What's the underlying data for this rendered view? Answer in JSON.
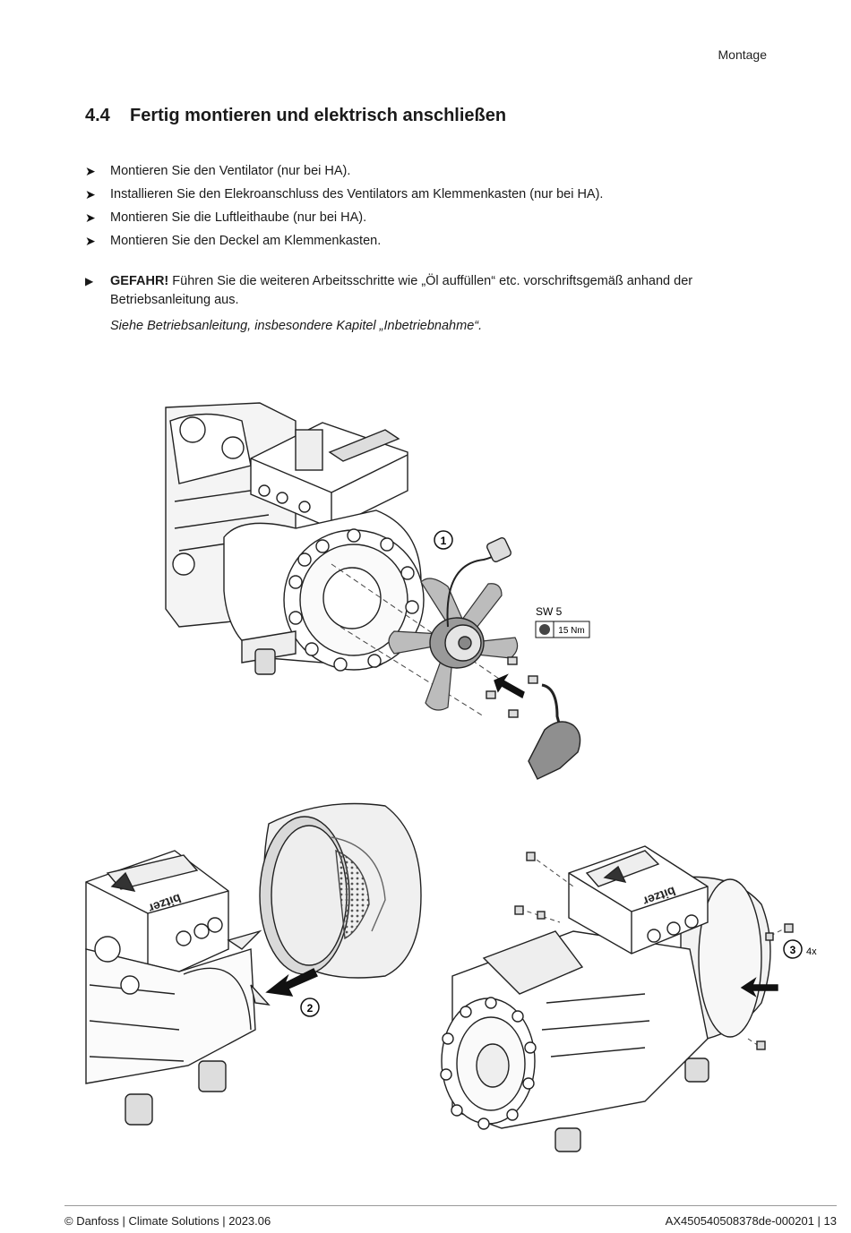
{
  "header": {
    "section": "Montage"
  },
  "heading": {
    "number": "4.4",
    "title": "Fertig montieren und elektrisch anschließen"
  },
  "steps": [
    "Montieren Sie den Ventilator (nur bei HA).",
    "Installieren Sie den Elekroanschluss des Ventilators am Klemmenkasten (nur bei HA).",
    "Montieren Sie die Luftleithaube (nur bei HA).",
    "Montieren Sie den Deckel am Klemmenkasten."
  ],
  "danger": {
    "label": "GEFAHR!",
    "text": " Führen Sie die weiteren Arbeitsschritte wie „Öl auffüllen“ etc. vorschriftsgemäß anhand der Betriebsanleitung aus."
  },
  "note": "Siehe Betriebsanleitung, insbesondere Kapitel „Inbetriebnahme“.",
  "figure": {
    "callout_1": "1",
    "callout_2": "2",
    "callout_3": "3",
    "callout_3_qty": "4x",
    "wrench_size": "SW 5",
    "torque": "15 Nm",
    "brand_mark": "bitzer"
  },
  "footer": {
    "left": "© Danfoss | Climate Solutions | 2023.06",
    "right": "AX450540508378de-000201 | 13"
  }
}
